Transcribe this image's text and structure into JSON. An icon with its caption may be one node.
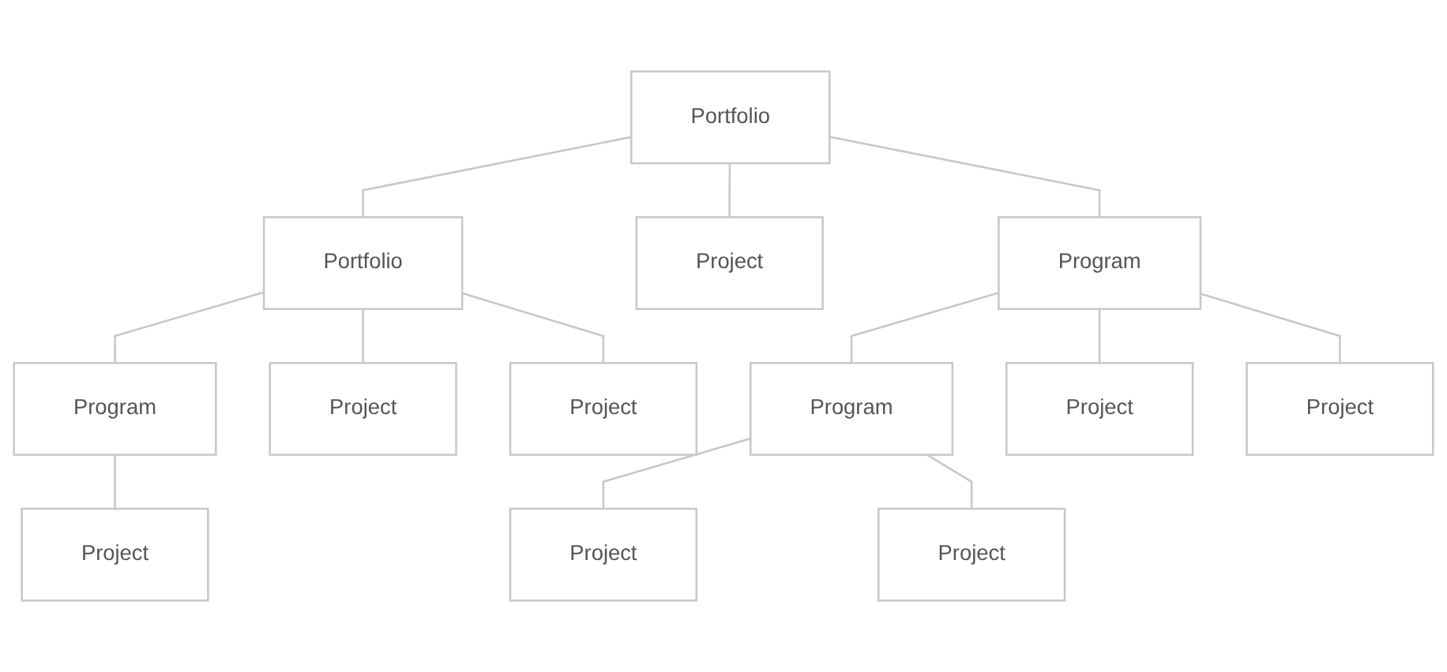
{
  "diagram": {
    "nodes": [
      {
        "text": [
          "Portfolio"
        ]
      },
      {
        "text": [
          "Portfolio"
        ]
      },
      {
        "text": [
          "Project"
        ]
      },
      {
        "text": [
          "Program"
        ]
      },
      {
        "text": [
          "Program"
        ]
      },
      {
        "text": [
          "Project"
        ]
      },
      {
        "text": [
          "Project"
        ]
      },
      {
        "text": [
          "Program"
        ]
      },
      {
        "text": [
          "Project"
        ]
      },
      {
        "text": [
          "Project"
        ]
      },
      {
        "text": [
          "Project"
        ]
      },
      {
        "text": [
          "Project"
        ]
      },
      {
        "text": [
          "Project"
        ]
      }
    ],
    "edges": [
      {
        "from": 0,
        "to": 1,
        "arrow": "none"
      },
      {
        "from": 0,
        "to": 2,
        "arrow": "none"
      },
      {
        "from": 0,
        "to": 3,
        "arrow": "none"
      },
      {
        "from": 1,
        "to": 4,
        "arrow": "none"
      },
      {
        "from": 1,
        "to": 5,
        "arrow": "none"
      },
      {
        "from": 1,
        "to": 6,
        "arrow": "none"
      },
      {
        "from": 3,
        "to": 7,
        "arrow": "none"
      },
      {
        "from": 3,
        "to": 8,
        "arrow": "none"
      },
      {
        "from": 3,
        "to": 9,
        "arrow": "none"
      },
      {
        "from": 4,
        "to": 10,
        "arrow": "none"
      },
      {
        "from": 7,
        "to": 11,
        "arrow": "none"
      },
      {
        "from": 7,
        "to": 12,
        "arrow": "none"
      }
    ]
  }
}
